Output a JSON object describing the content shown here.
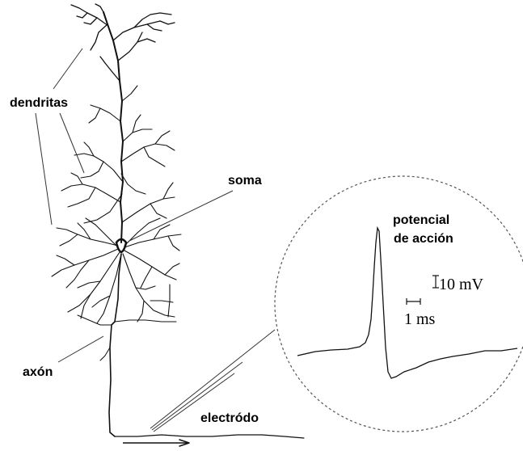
{
  "labels": {
    "dendrites": "dendritas",
    "soma": "soma",
    "axon": "axón",
    "electrode": "electródo",
    "action_potential_line1": "potencial",
    "action_potential_line2": "de acción",
    "scale_voltage": "10 mV",
    "scale_time": "1 ms"
  },
  "colors": {
    "ink": "#111111",
    "pointer": "#333333",
    "background": "#ffffff"
  }
}
